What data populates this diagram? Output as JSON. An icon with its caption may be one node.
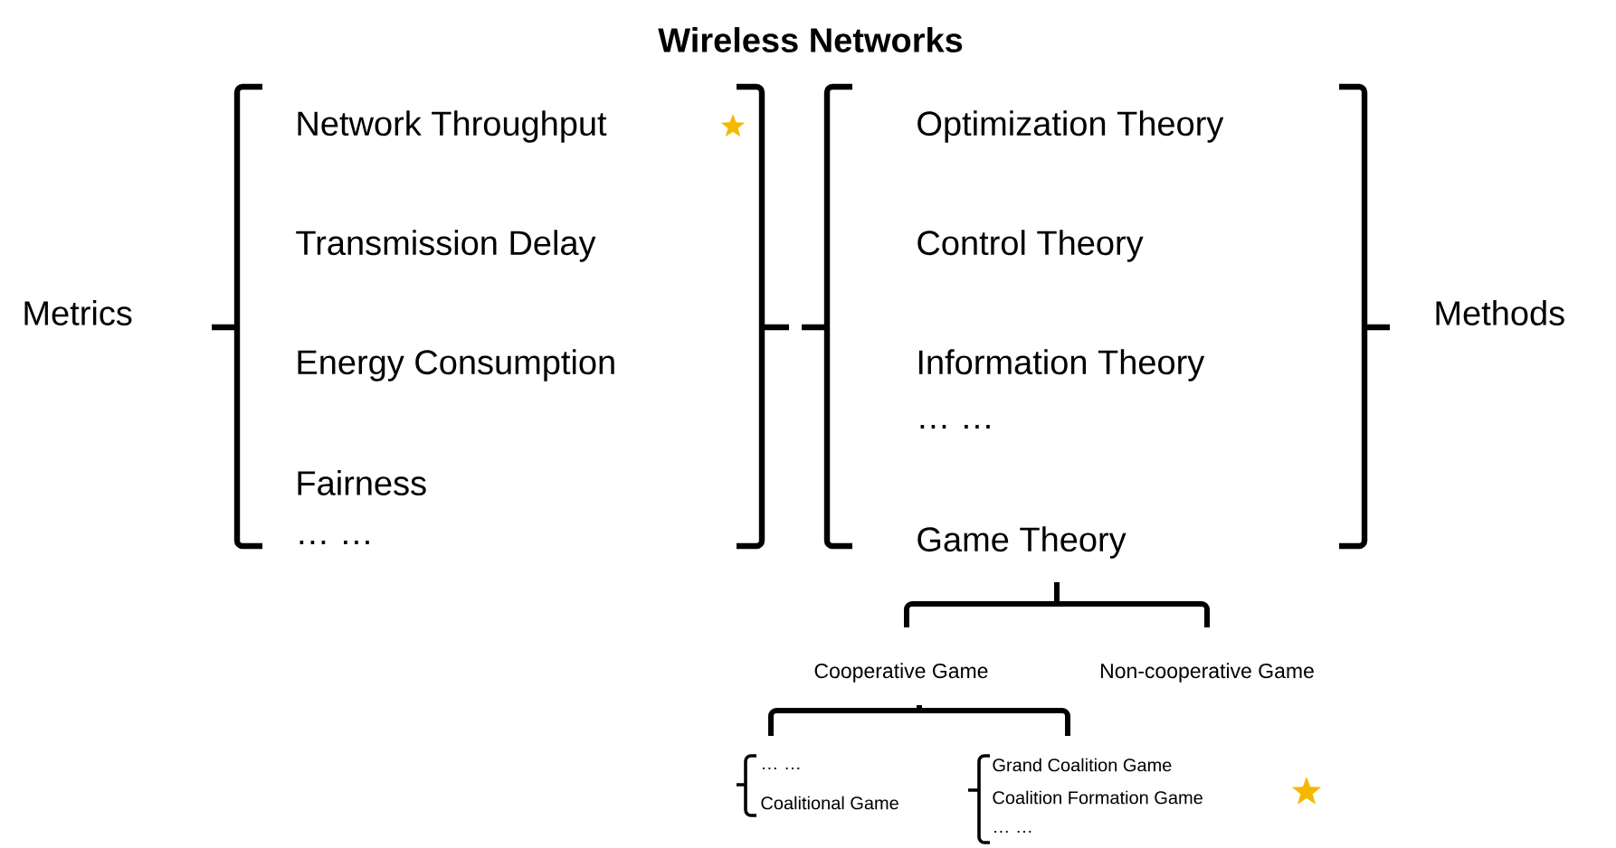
{
  "diagram": {
    "title": "Wireless Networks",
    "labels": [
      "Metrics",
      "Network Throughput",
      "Transmission Delay",
      "Energy Consumption",
      "Fairness",
      "… …",
      "Optimization Theory",
      "Control Theory",
      "Information Theory",
      "… …",
      "Game Theory",
      "Methods",
      "Cooperative Game",
      "Non-cooperative Game",
      "… …",
      "Coalitional Game",
      "Grand Coalition Game",
      "Coalition Formation Game",
      "… …"
    ]
  }
}
